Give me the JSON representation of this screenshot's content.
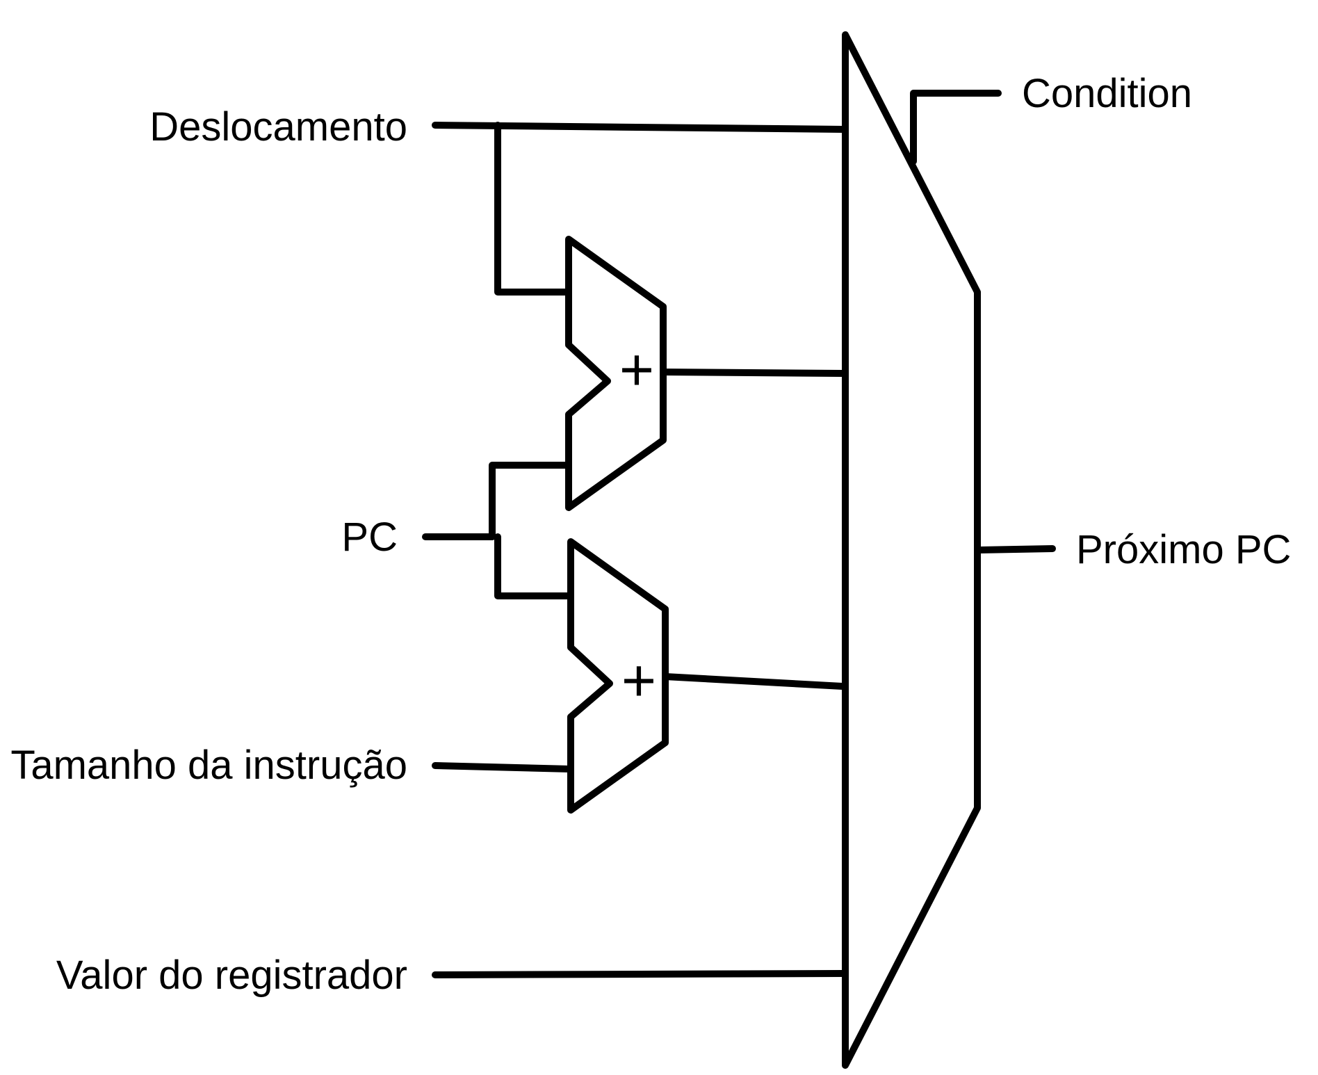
{
  "diagram": {
    "stroke_color": "#000000",
    "background_color": "#ffffff",
    "inputs": {
      "deslocamento": "Deslocamento",
      "pc": "PC",
      "tamanho_instrucao": "Tamanho da instrução",
      "valor_registrador": "Valor do registrador"
    },
    "control": {
      "condition": "Condition"
    },
    "outputs": {
      "proximo_pc": "Próximo PC"
    },
    "adders": {
      "top": {
        "operator": "+"
      },
      "bottom": {
        "operator": "+"
      }
    }
  }
}
